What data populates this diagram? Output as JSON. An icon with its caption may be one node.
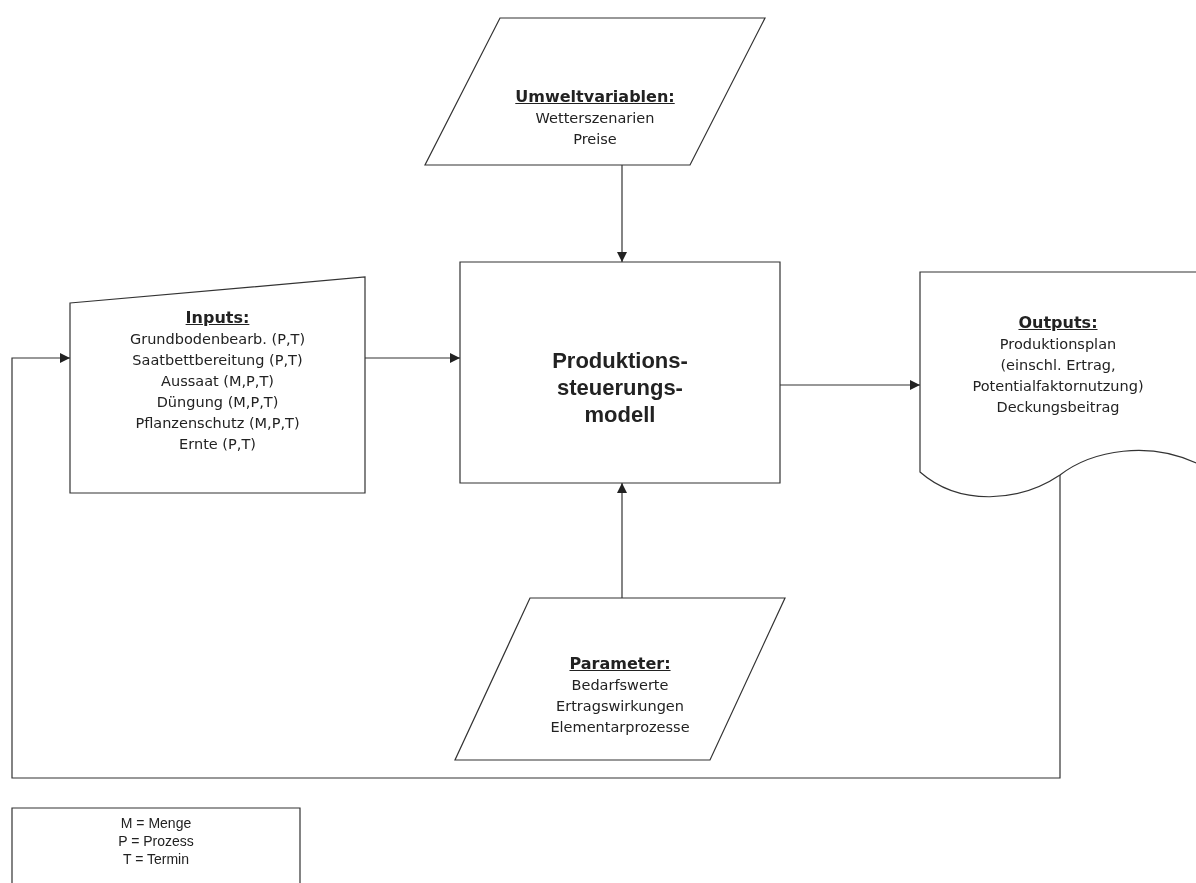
{
  "diagram": {
    "nodes": [
      {
        "text": [
          "Umweltvariablen:",
          "Wetterszenarien",
          "Preise"
        ]
      },
      {
        "text": [
          "Inputs:",
          "Grundbodenbearb. (P,T)",
          "Saatbettbereitung (P,T)",
          "Aussaat (M,P,T)",
          "Düngung (M,P,T)",
          "Pflanzenschutz (M,P,T)",
          "Ernte (P,T)"
        ]
      },
      {
        "text": [
          "Produktions- steuerungs- modell"
        ]
      },
      {
        "text": [
          "Outputs:",
          "Produktionsplan (einschl. Ertrag, Potentialfaktornutzung)",
          "Deckungsbeitrag"
        ]
      },
      {
        "text": [
          "Parameter:",
          "Bedarfswerte",
          "Ertragswirkungen",
          "Elementarprozesse"
        ]
      },
      {
        "text": [
          "M = Menge",
          "P = Prozess",
          "T = Termin"
        ]
      }
    ],
    "edges": [
      {
        "from": 0,
        "to": 2,
        "arrow": "to"
      },
      {
        "from": 1,
        "to": 2,
        "arrow": "to"
      },
      {
        "from": 2,
        "to": 3,
        "arrow": "to"
      },
      {
        "from": 4,
        "to": 2,
        "arrow": "to"
      },
      {
        "from": 3,
        "to": 1,
        "arrow": "to"
      }
    ]
  }
}
